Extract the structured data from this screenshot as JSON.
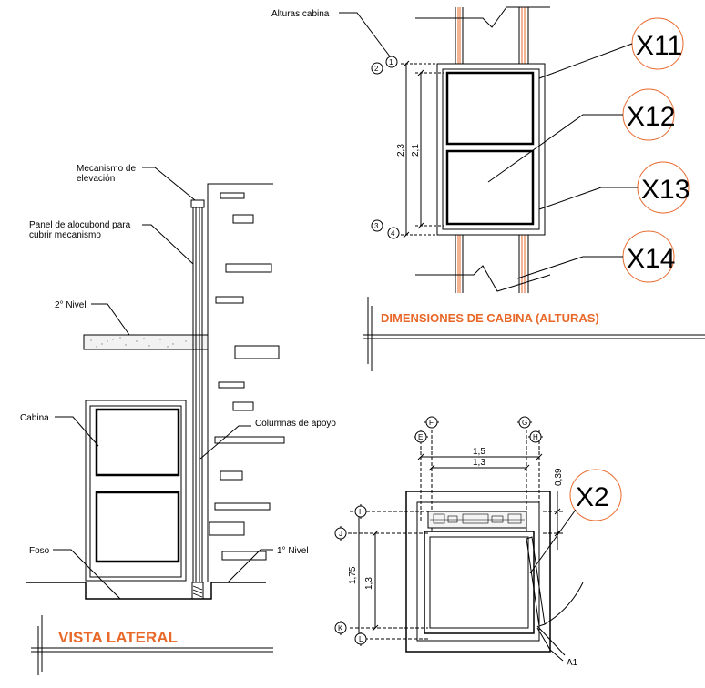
{
  "side_view": {
    "title": "VISTA LATERAL",
    "labels": {
      "mechanism_line1": "Mecanismo de",
      "mechanism_line2": "elevación",
      "panel_line1": "Panel de alocubond para",
      "panel_line2": "cubrir mecanismo",
      "level2": "2° Nivel",
      "cabin": "Cabina",
      "columns": "Columnas de apoyo",
      "pit": "Foso",
      "level1": "1° Nivel"
    }
  },
  "heights_view": {
    "title": "DIMENSIONES DE CABINA (ALTURAS)",
    "label": "Alturas cabina",
    "dims": {
      "outer": "2,3",
      "inner": "2,1"
    },
    "bubbles": [
      "1",
      "2",
      "3",
      "4"
    ],
    "tags": [
      "X11",
      "X12",
      "X13",
      "X14"
    ]
  },
  "plan_view": {
    "dims": {
      "width_outer": "1,5",
      "width_inner": "1,3",
      "depth_outer": "1,75",
      "depth_inner": "1,3",
      "offset": "0,39"
    },
    "axes": [
      "F",
      "G",
      "E",
      "H",
      "I",
      "J",
      "K",
      "L"
    ],
    "tag": "X2",
    "note": "A1"
  },
  "colors": {
    "accent": "#e8682a",
    "line": "#000000",
    "hatch": "#8a8a8a"
  }
}
